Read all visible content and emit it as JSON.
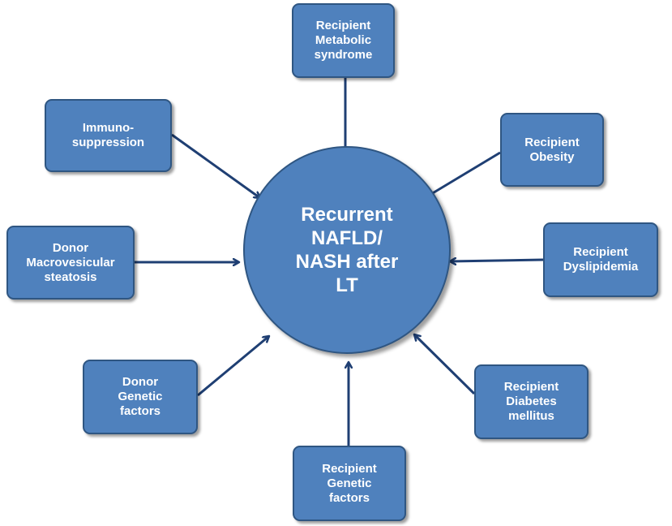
{
  "center": {
    "label": "Recurrent\nNAFLD/\nNASH after\nLT"
  },
  "factors": {
    "recipient_metabolic_syndrome": "Recipient\nMetabolic\nsyndrome",
    "immunosuppression": "Immuno-\nsuppression",
    "recipient_obesity": "Recipient\nObesity",
    "donor_macrovesicular_steatosis": "Donor\nMacrovesicular\nsteatosis",
    "recipient_dyslipidemia": "Recipient\nDyslipidemia",
    "donor_genetic_factors": "Donor\nGenetic\nfactors",
    "recipient_diabetes_mellitus": "Recipient\nDiabetes\nmellitus",
    "recipient_genetic_factors": "Recipient\nGenetic\nfactors"
  },
  "colors": {
    "box_fill": "#4f81bd",
    "box_border": "#2f5682",
    "arrow": "#1f3f73",
    "text": "#ffffff"
  }
}
